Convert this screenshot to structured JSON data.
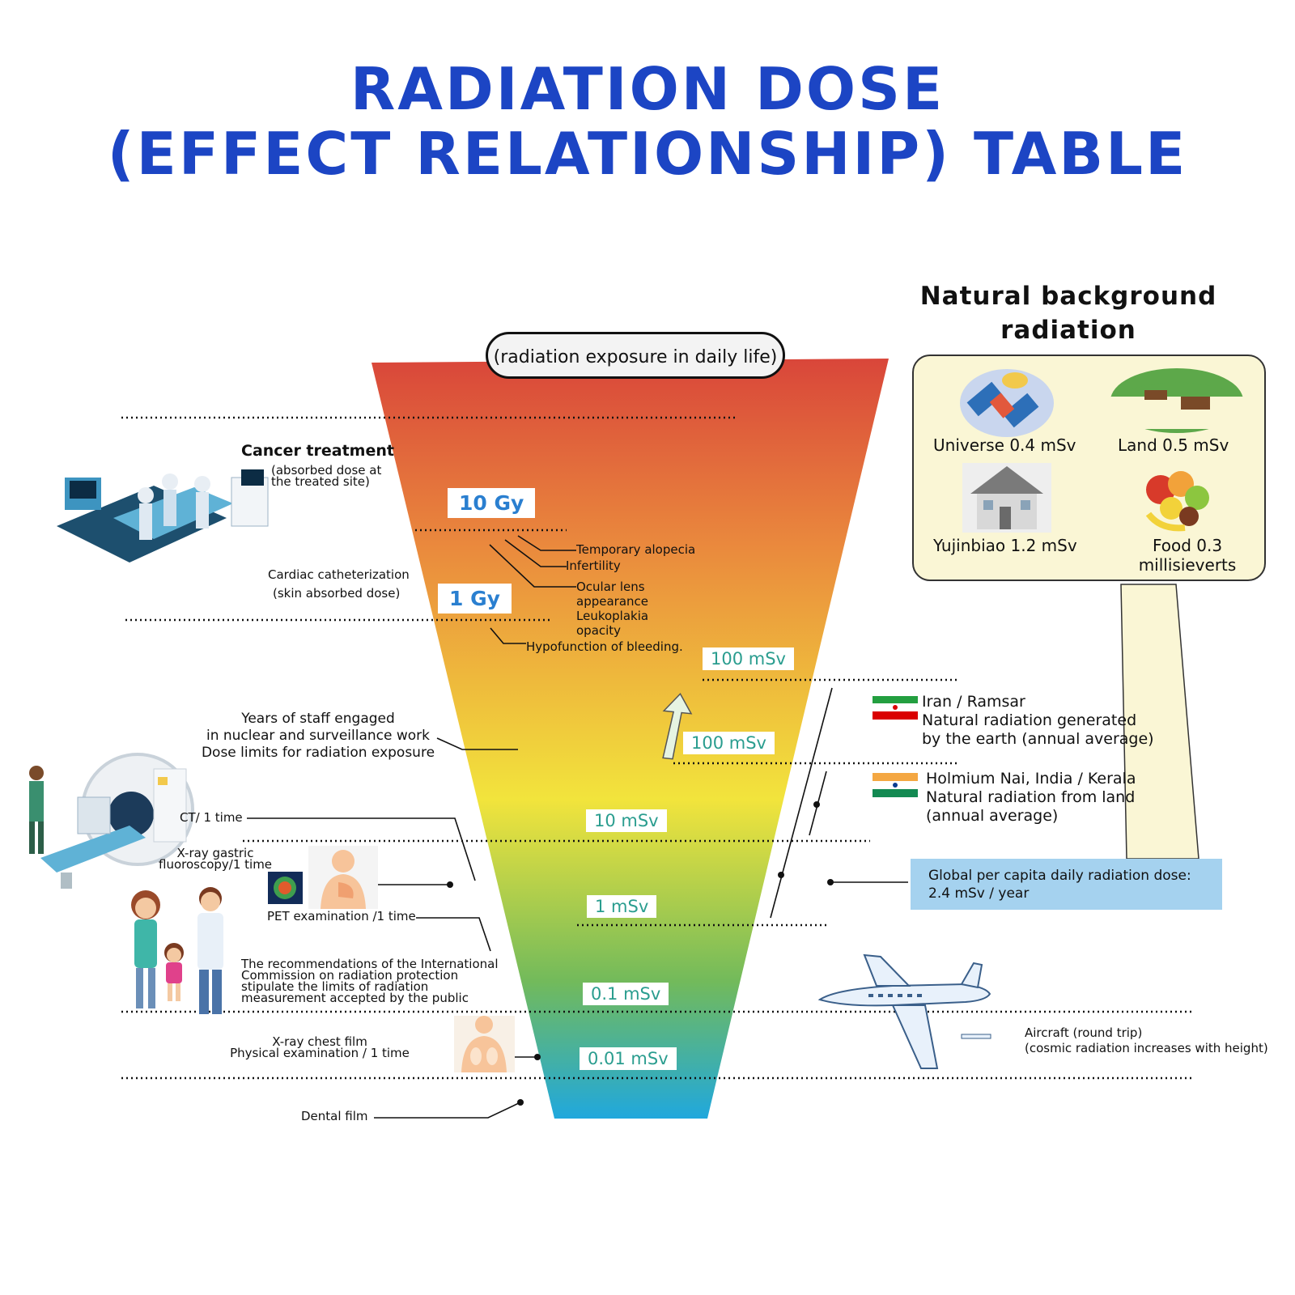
{
  "title": {
    "line1": "RADIATION DOSE",
    "line2": "(EFFECT RELATIONSHIP) TABLE"
  },
  "funnel": {
    "header": "(radiation exposure in daily life)",
    "top_color": "#d9463a",
    "upper_color": "#ea8a3d",
    "middle_color": "#f2e43c",
    "lower_color": "#72ba5b",
    "bottom_color": "#20a8dd"
  },
  "dose_levels": {
    "gy10": "10 Gy",
    "gy1": "1 Gy",
    "msv100_upper": "100 mSv",
    "msv100_lower": "100 mSv",
    "msv10": "10 mSv",
    "msv1": "1 mSv",
    "msv01": "0.1 mSv",
    "msv001": "0.01 mSv"
  },
  "effects": {
    "alopecia": "Temporary alopecia",
    "infertility": "Infertility",
    "lens": [
      "Ocular lens",
      "appearance",
      "Leukoplakia",
      "opacity"
    ],
    "bleeding": "Hypofunction of bleeding."
  },
  "left_labels": {
    "cancer_title": "Cancer treatment",
    "cancer_sub": [
      "(absorbed dose at",
      "the treated site)"
    ],
    "cardiac": "Cardiac catheterization",
    "cardiac_sub": "(skin absorbed dose)",
    "staff": [
      "Years of staff engaged",
      "in nuclear and surveillance work",
      "Dose limits for radiation exposure"
    ],
    "ct": "CT/ 1 time",
    "xray_gastric": [
      "X-ray gastric",
      "fluoroscopy/1 time"
    ],
    "pet": "PET examination /1 time",
    "icrp": [
      "The recommendations of the International",
      "Commission on radiation protection",
      "stipulate the limits of radiation",
      "measurement accepted by the public"
    ],
    "chest": [
      "X-ray chest film",
      "Physical examination / 1 time"
    ],
    "dental": "Dental film"
  },
  "natural": {
    "title": [
      "Natural background",
      "radiation"
    ],
    "universe": "Universe 0.4 mSv",
    "land": "Land 0.5 mSv",
    "house": "Yujinbiao 1.2 mSv",
    "food": [
      "Food 0.3",
      "millisieverts"
    ],
    "box_color": "#faf6d5"
  },
  "right_labels": {
    "iran": [
      "Iran / Ramsar",
      "Natural radiation generated",
      "by the earth (annual average)"
    ],
    "india": [
      "Holmium Nai, India / Kerala",
      "Natural radiation from land",
      "(annual average)"
    ],
    "global": [
      "Global per capita daily radiation dose:",
      "2.4 mSv / year"
    ],
    "aircraft": [
      "Aircraft (round trip)",
      "(cosmic radiation increases with height)"
    ],
    "global_color": "#a5d2ef"
  }
}
